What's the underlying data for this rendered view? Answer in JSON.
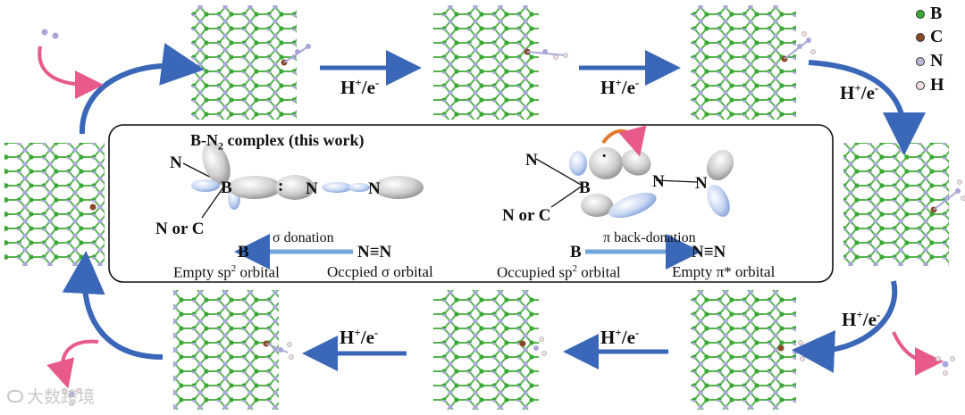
{
  "diagram": {
    "step_label": "H",
    "step_superscript": "+",
    "step_suffix": "/e",
    "step_suffix_superscript": "-"
  },
  "legend": [
    {
      "symbol": "B",
      "color": "#39a838"
    },
    {
      "symbol": "C",
      "color": "#8a4a2a"
    },
    {
      "symbol": "N",
      "color": "#b8b8dc"
    },
    {
      "symbol": "H",
      "color": "#f3dede"
    }
  ],
  "panel": {
    "complex_title": "B-N",
    "complex_title_sub": "2",
    "complex_title_rest": " complex (this work)",
    "left": {
      "atom_n_top": "N",
      "atom_b": "B",
      "colon": ":",
      "atom_n_mid": "N",
      "atom_n_end": "N",
      "atom_n_or_c": "N or C",
      "donation_label": "σ donation",
      "donation_from": "N≡N",
      "donation_to": "B",
      "caption_left": "Empty sp",
      "caption_left_sup": "2",
      "caption_left_rest": " orbital",
      "caption_right": "Occpied  σ orbital"
    },
    "right": {
      "atom_n_top": "N",
      "atom_b": "B",
      "atom_n_mid": "N",
      "atom_n_end": "N",
      "dot": "·",
      "atom_n_or_c": "N or C",
      "donation_label": "π back-donation",
      "donation_from": "B",
      "donation_to": "N≡N",
      "caption_left": "Occupied sp",
      "caption_left_sup": "2",
      "caption_left_rest": " orbital",
      "caption_right": "Empty π* orbital"
    }
  },
  "watermark": "大数跨境"
}
